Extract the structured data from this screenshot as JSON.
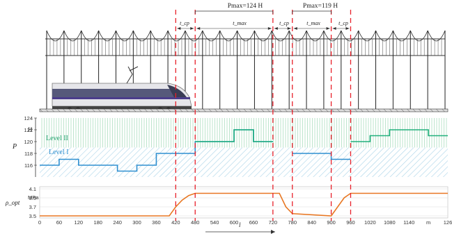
{
  "figure": {
    "annotations": {
      "p_max_1": "Pmax=124 H",
      "p_max_2": "Pmax=119 H",
      "t_cp": "t_cp",
      "t_max": "t_max"
    },
    "top_axis_unit": "H",
    "x_unit": "m",
    "x_label": "l",
    "p_axis_label": "P",
    "rho_axis_label": "ρ_opt",
    "rho_axis_unit": "MPa",
    "level_labels": [
      "Level II",
      "Level I"
    ]
  },
  "colors": {
    "pressure_line": "#2E8FD0",
    "pressure_line_high": "#22B07D",
    "rho_line": "#E87722",
    "marker": "#E8202A",
    "level_band": "#9FD9B7",
    "hatch": "#A9D3E8"
  },
  "chart_data": [
    {
      "type": "line",
      "ylabel": "P",
      "yunit": "H",
      "ylim": [
        114,
        124
      ],
      "yticks": [
        116,
        118,
        120,
        122,
        124
      ],
      "xlim": [
        0,
        1260
      ],
      "series": [
        {
          "x": [
            0,
            60,
            60,
            120,
            120,
            240,
            240,
            300,
            300,
            360,
            360,
            480,
            480,
            600,
            600,
            660,
            660,
            720
          ],
          "y": [
            116,
            116,
            117,
            117,
            116,
            116,
            115,
            115,
            116,
            116,
            118,
            118,
            120,
            120,
            122,
            122,
            120,
            120
          ]
        },
        {
          "x": [
            780,
            900,
            900,
            960
          ],
          "y": [
            118,
            118,
            117,
            117
          ]
        },
        {
          "x": [
            960,
            1020,
            1020,
            1080,
            1080,
            1200,
            1200,
            1260
          ],
          "y": [
            120,
            120,
            121,
            121,
            122,
            122,
            121,
            121
          ]
        }
      ]
    },
    {
      "type": "line",
      "ylabel": "ρ_opt",
      "yunit": "MPa",
      "ylim": [
        3.5,
        4.1
      ],
      "yticks": [
        3.5,
        3.7,
        3.9,
        4.1
      ],
      "xlim": [
        0,
        1260
      ],
      "xticks": [
        0,
        60,
        120,
        180,
        240,
        300,
        360,
        420,
        480,
        540,
        600,
        660,
        720,
        780,
        840,
        900,
        960,
        1020,
        1080,
        1140,
        1200,
        1260
      ],
      "xtick_labels": [
        "0",
        "60",
        "120",
        "180",
        "240",
        "300",
        "360",
        "420",
        "480",
        "540",
        "600",
        "660",
        "720",
        "780",
        "840",
        "900",
        "960",
        "1020",
        "1080",
        "1140",
        "m",
        "126"
      ],
      "series": [
        {
          "x": [
            0,
            400,
            420,
            440,
            460,
            480,
            740,
            760,
            780,
            900,
            920,
            940,
            960,
            1260
          ],
          "y": [
            3.5,
            3.5,
            3.7,
            3.85,
            3.95,
            4.0,
            4.0,
            3.7,
            3.55,
            3.5,
            3.7,
            3.9,
            4.0,
            4.0
          ]
        }
      ]
    }
  ],
  "markers_x": [
    420,
    480,
    720,
    780,
    900,
    960
  ]
}
